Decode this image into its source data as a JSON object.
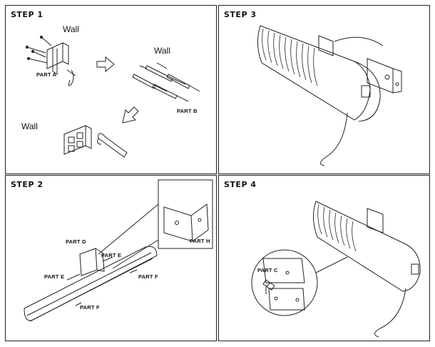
{
  "steps": {
    "s1": "STEP 1",
    "s2": "STEP 2",
    "s3": "STEP 3",
    "s4": "STEP 4"
  },
  "step1": {
    "wall1": "Wall",
    "wall2": "Wall",
    "wall3": "Wall",
    "part_a": "PART A",
    "part_b": "PART B"
  },
  "step2": {
    "part_d": "PART D",
    "part_e1": "PART E",
    "part_e2": "PART E",
    "part_f1": "PART F",
    "part_f2": "PART F",
    "part_h": "PART H"
  },
  "step4": {
    "part_c": "PART C"
  }
}
